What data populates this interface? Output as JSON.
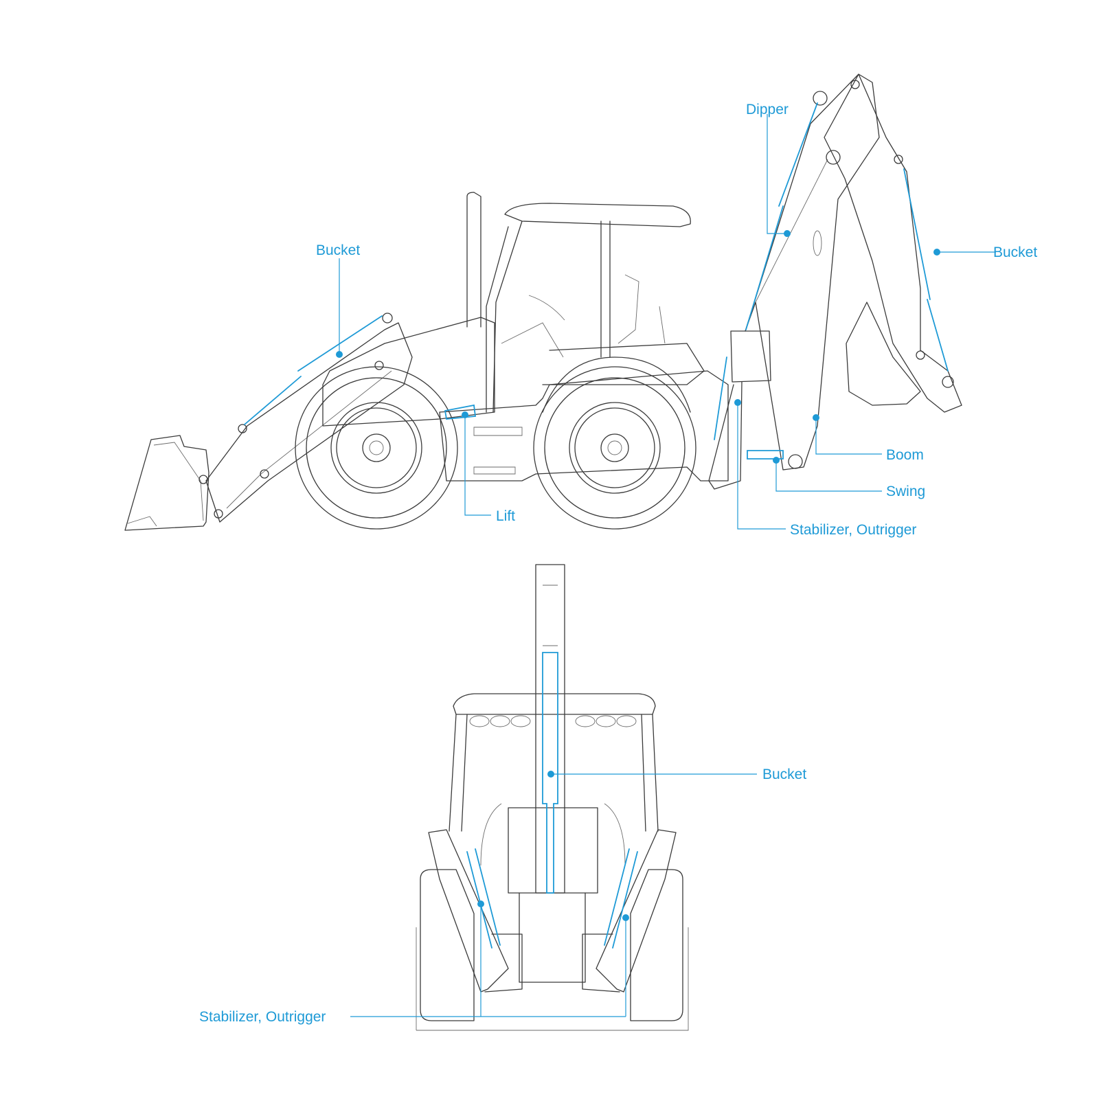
{
  "accent_color": "#1e9ad6",
  "line_color": "#3a3a3a",
  "side_view": {
    "labels": {
      "front_bucket": "Bucket",
      "dipper": "Dipper",
      "rear_bucket": "Bucket",
      "boom": "Boom",
      "swing": "Swing",
      "lift": "Lift",
      "stabilizer": "Stabilizer, Outrigger"
    }
  },
  "rear_view": {
    "labels": {
      "bucket": "Bucket",
      "stabilizer": "Stabilizer, Outrigger"
    }
  }
}
